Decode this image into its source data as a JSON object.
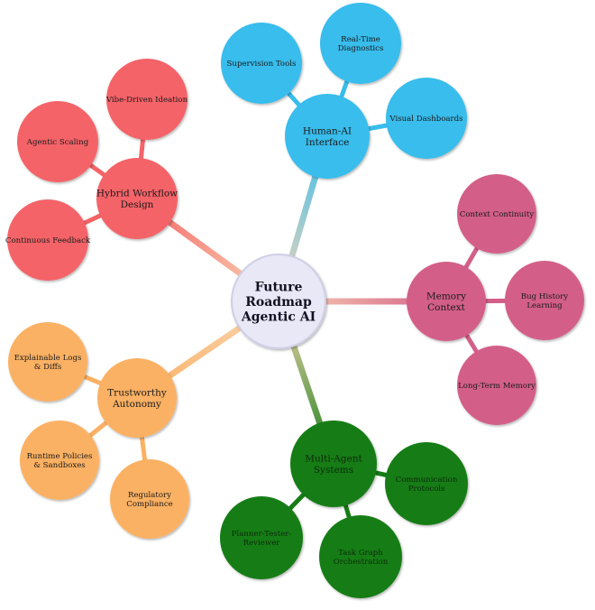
{
  "mindmap": {
    "center": {
      "label_lines": [
        "Future",
        "Roadmap",
        "Agentic AI"
      ],
      "color": "#e8e8f6",
      "border": "#cfcfe6"
    },
    "branches": [
      {
        "id": "human-ai",
        "label_lines": [
          "Human-AI",
          "Interface"
        ],
        "color": "#39bdec",
        "leaves": [
          {
            "id": "supervision",
            "label_lines": [
              "Supervision Tools"
            ]
          },
          {
            "id": "diagnostics",
            "label_lines": [
              "Real-Time",
              "Diagnostics"
            ]
          },
          {
            "id": "dashboards",
            "label_lines": [
              "Visual Dashboards"
            ]
          }
        ]
      },
      {
        "id": "memory",
        "label_lines": [
          "Memory",
          "Context"
        ],
        "color": "#d35f88",
        "leaves": [
          {
            "id": "continuity",
            "label_lines": [
              "Context Continuity"
            ]
          },
          {
            "id": "bug-history",
            "label_lines": [
              "Bug History",
              "Learning"
            ]
          },
          {
            "id": "long-term",
            "label_lines": [
              "Long-Term Memory"
            ]
          }
        ]
      },
      {
        "id": "multi-agent",
        "label_lines": [
          "Multi-Agent",
          "Systems"
        ],
        "color": "#167d16",
        "leaves": [
          {
            "id": "communication",
            "label_lines": [
              "Communication",
              "Protocols"
            ]
          },
          {
            "id": "task-graph",
            "label_lines": [
              "Task Graph",
              "Orchestration"
            ]
          },
          {
            "id": "planner",
            "label_lines": [
              "Planner-Tester-",
              "Reviewer"
            ]
          }
        ]
      },
      {
        "id": "trustworthy",
        "label_lines": [
          "Trustworthy",
          "Autonomy"
        ],
        "color": "#fbb164",
        "leaves": [
          {
            "id": "logs",
            "label_lines": [
              "Explainable Logs",
              "& Diffs"
            ]
          },
          {
            "id": "policies",
            "label_lines": [
              "Runtime Policies",
              "& Sandboxes"
            ]
          },
          {
            "id": "regulatory",
            "label_lines": [
              "Regulatory",
              "Compliance"
            ]
          }
        ]
      },
      {
        "id": "hybrid",
        "label_lines": [
          "Hybrid Workflow",
          "Design"
        ],
        "color": "#f46467",
        "leaves": [
          {
            "id": "vibe",
            "label_lines": [
              "Vibe-Driven Ideation"
            ]
          },
          {
            "id": "scaling",
            "label_lines": [
              "Agentic Scaling"
            ]
          },
          {
            "id": "feedback",
            "label_lines": [
              "Continuous Feedback"
            ]
          }
        ]
      }
    ]
  }
}
